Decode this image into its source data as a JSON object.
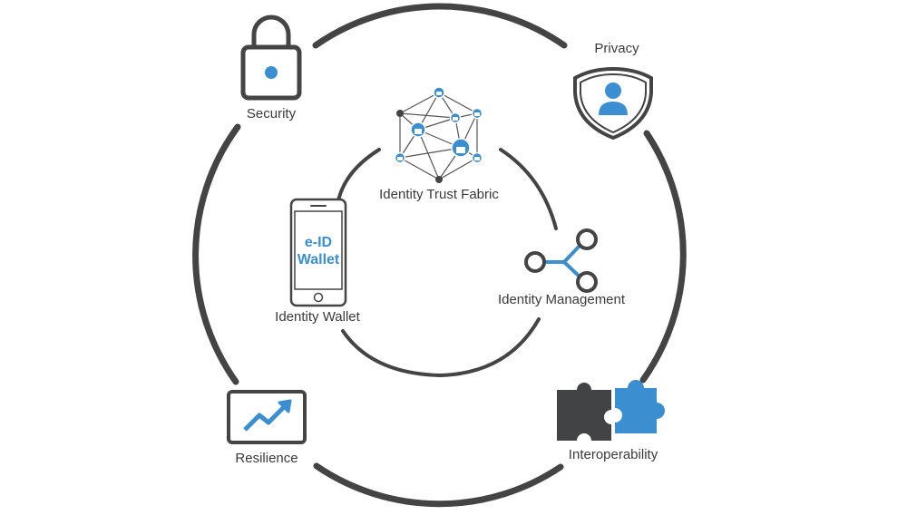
{
  "diagram": {
    "colors": {
      "ring": "#444444",
      "accent": "#3b8fd0",
      "dark": "#424345",
      "text": "#3a3a3a"
    },
    "outer_labels": {
      "security": "Security",
      "privacy": "Privacy",
      "resilience": "Resilience",
      "interoperability": "Interoperability"
    },
    "inner_labels": {
      "trust_fabric": "Identity Trust Fabric",
      "identity_management": "Identity Management",
      "identity_wallet": "Identity Wallet"
    },
    "wallet_screen": {
      "line1": "e-ID",
      "line2": "Wallet"
    },
    "icons": {
      "security": "padlock-icon",
      "privacy": "user-shield-icon",
      "resilience": "trend-chart-icon",
      "interoperability": "puzzle-pieces-icon",
      "trust_fabric": "network-mesh-icon",
      "identity_management": "share-nodes-icon",
      "identity_wallet": "smartphone-icon"
    }
  }
}
